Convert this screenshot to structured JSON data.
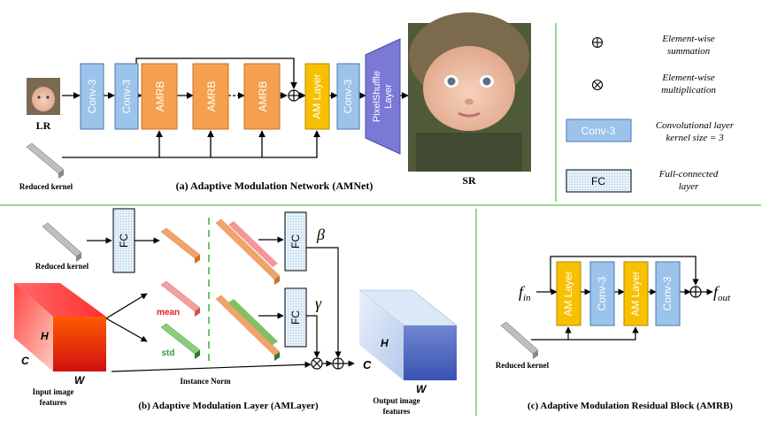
{
  "top": {
    "lr_label": "LR",
    "sr_label": "SR",
    "conv_label": "Conv-3",
    "amrb_label": "AMRB",
    "amlayer_label": "AM Layer",
    "pixelshuffle_label": "PixelShuffle Layer",
    "reduced_kernel": "Reduced kernel",
    "caption": "(a) Adaptive Modulation Network (AMNet)"
  },
  "legend": {
    "sum_symbol": "⊕",
    "sum_text_1": "Element-wise",
    "sum_text_2": "summation",
    "mul_symbol": "⊗",
    "mul_text_1": "Element-wise",
    "mul_text_2": "multiplication",
    "conv_box": "Conv-3",
    "conv_text_1": "Convolutional layer",
    "conv_text_2": "kernel size = 3",
    "fc_box": "FC",
    "fc_text_1": "Full-connected",
    "fc_text_2": "layer"
  },
  "amlayer": {
    "reduced_kernel": "Reduced kernel",
    "fc_label": "FC",
    "beta": "β",
    "gamma": "γ",
    "mean": "mean",
    "std": "std",
    "H": "H",
    "C": "C",
    "W": "W",
    "input_1": "Input image",
    "input_2": "features",
    "instance_norm": "Instance Norm",
    "output_1": "Output image",
    "output_2": "features",
    "out_C": "C",
    "out_H": "H",
    "out_W": "W",
    "caption": "(b) Adaptive Modulation Layer (AMLayer)"
  },
  "amrb": {
    "f_in": "f",
    "f_in_sub": "in",
    "f_out": "f",
    "f_out_sub": "out",
    "amlayer_label": "AM Layer",
    "conv_label": "Conv-3",
    "reduced_kernel": "Reduced kernel",
    "caption": "(c) Adaptive Modulation Residual Block (AMRB)"
  },
  "colors": {
    "conv_blue": "#9cc3ea",
    "amrb_orange": "#f5a04e",
    "amlayer_yellow": "#f7c000",
    "pixelshuffle_purple": "#7b79d6",
    "green_divider": "#9ad79a",
    "mean_red": "#e41a1c",
    "std_green": "#2e9b3a"
  }
}
